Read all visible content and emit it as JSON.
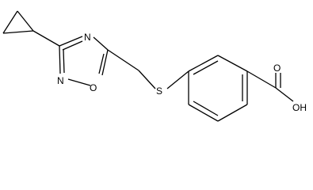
{
  "molecule": {
    "atom_labels": {
      "ring_n_upper": "N",
      "ring_n_lower": "N",
      "ring_o": "O",
      "thioether_s": "S",
      "carbonyl_o": "O",
      "hydroxyl": "OH"
    },
    "bond_color": "#000000",
    "background": "#ffffff"
  }
}
